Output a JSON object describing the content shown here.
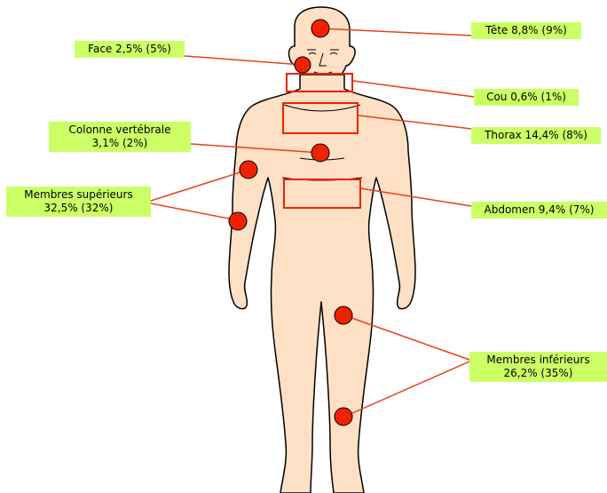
{
  "colors": {
    "skin": "#fee0c4",
    "outline": "#000000",
    "marker": "#ee2200",
    "line": "#e8401c",
    "label_bg": "#ccff66"
  },
  "labels": {
    "tete": "Tête 8,8% (9%)",
    "face": "Face 2,5% (5%)",
    "cou": "Cou 0,6% (1%)",
    "colonne_line1": "Colonne vertébrale",
    "colonne_line2": "3,1% (2%)",
    "thorax": "Thorax 14,4% (8%)",
    "membres_sup_line1": "Membres supérieurs",
    "membres_sup_line2": "32,5% (32%)",
    "abdomen": "Abdomen 9,4% (7%)",
    "membres_inf_line1": "Membres inférieurs",
    "membres_inf_line2": "26,2% (35%)"
  }
}
